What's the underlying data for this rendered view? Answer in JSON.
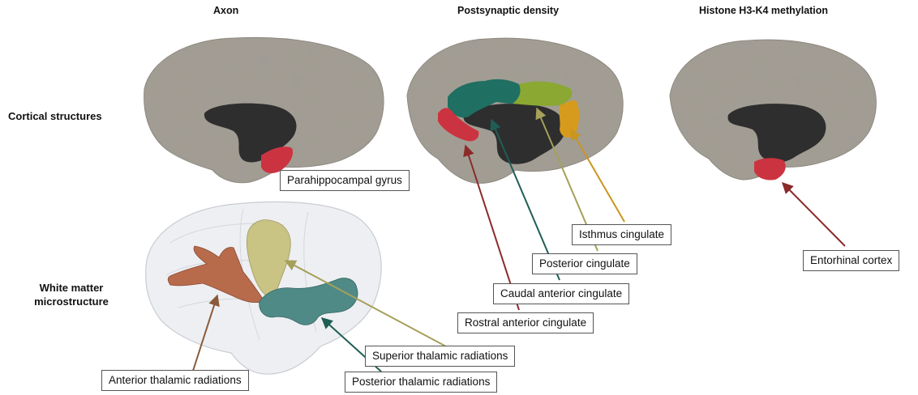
{
  "columns": {
    "axon": "Axon",
    "postsynaptic": "Postsynaptic density",
    "histone": "Histone H3-K4 methylation"
  },
  "rows": {
    "cortical": "Cortical structures",
    "white_matter": "White matter microstructure"
  },
  "labels": {
    "parahippocampal": "Parahippocampal gyrus",
    "isthmus": "Isthmus cingulate",
    "posterior_cing": "Posterior cingulate",
    "caudal_anterior": "Caudal anterior cingulate",
    "rostral_anterior": "Rostral anterior cingulate",
    "entorhinal": "Entorhinal cortex",
    "superior_thalamic": "Superior thalamic radiations",
    "anterior_thalamic": "Anterior thalamic radiations",
    "posterior_thalamic": "Posterior thalamic radiations"
  },
  "colors": {
    "cortex": "#a29d93",
    "cortex_dark": "#7d786f",
    "subcortical": "#2e2e2e",
    "red_region": "#cc3340",
    "teal_region": "#1f6f62",
    "green_region": "#8aa832",
    "orange_region": "#d69a1c",
    "atr_tract": "#b86b4b",
    "str_tract": "#c9c384",
    "ptr_tract": "#4f8a86",
    "arrow_red": "#8b2a2a",
    "arrow_teal": "#1f5e55",
    "arrow_olive": "#a5a05a",
    "arrow_orange": "#c9961e",
    "arrow_brown": "#8a5a3a"
  }
}
